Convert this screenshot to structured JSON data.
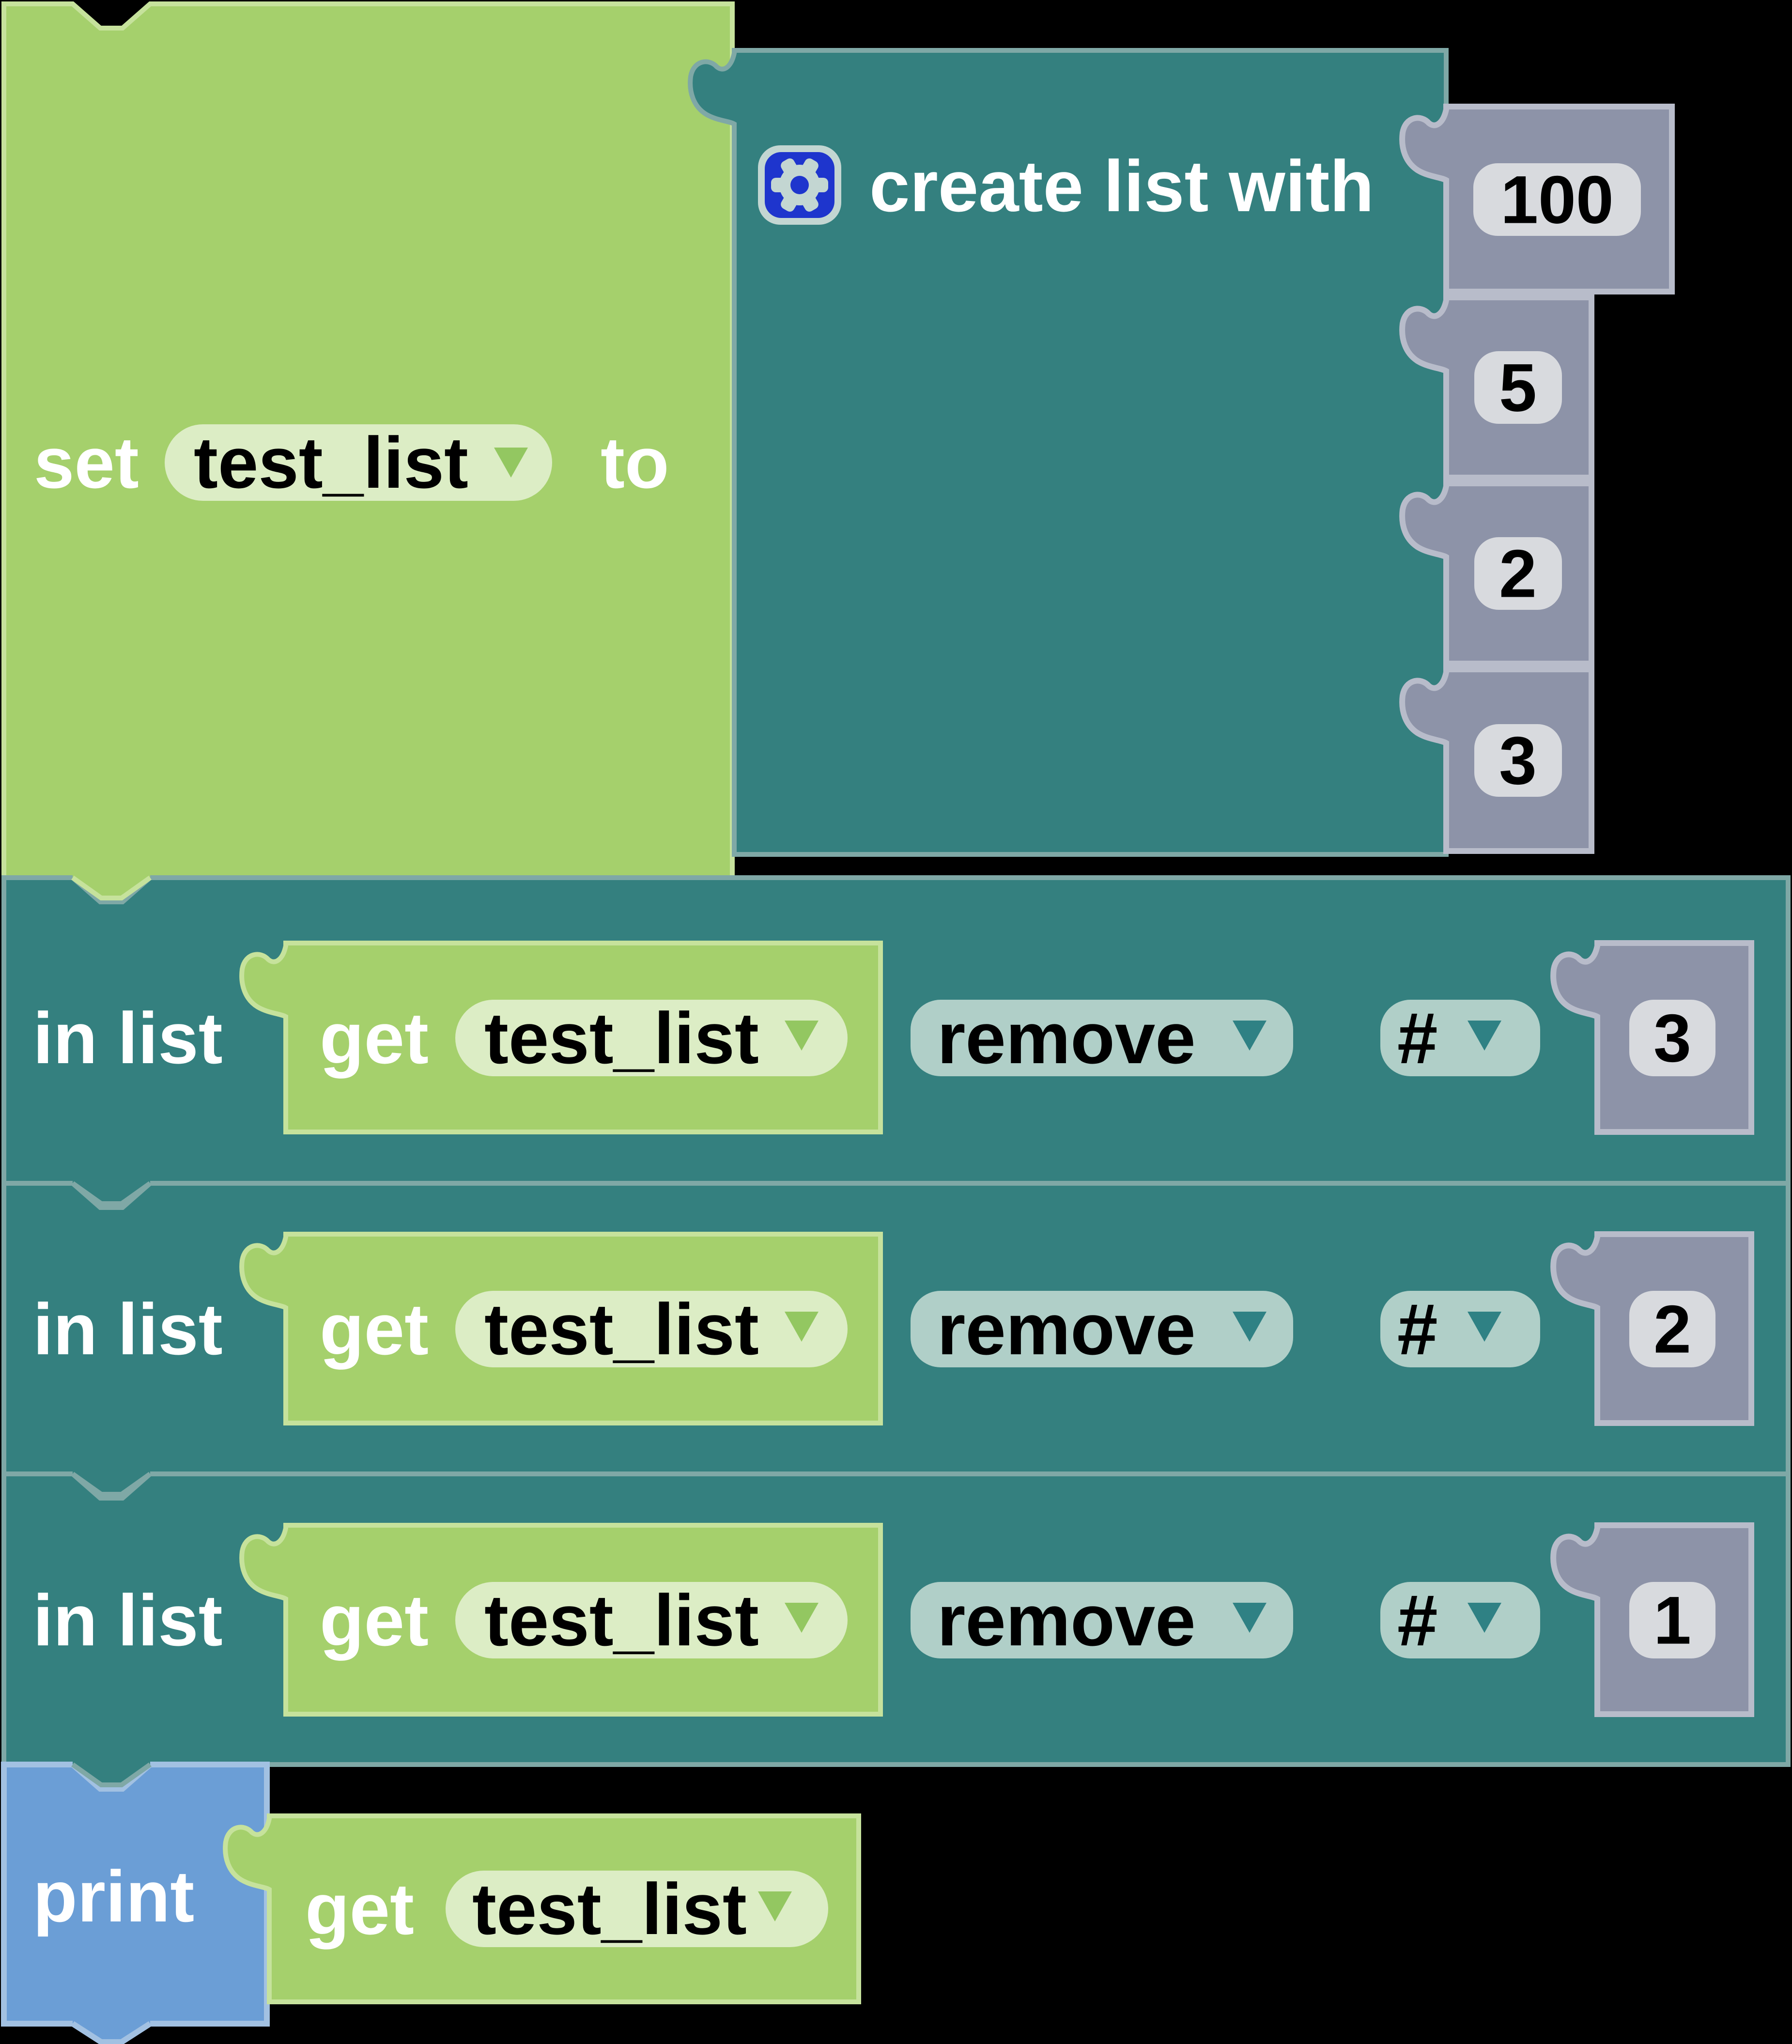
{
  "palette": {
    "background": "#000000",
    "statement_green": "#a5d06c",
    "green_border": "#c6e29c",
    "field_green": "#dcedc5",
    "green_arrow": "#93c761",
    "teal": "#34807f",
    "teal_border": "#7fa8a6",
    "dropdown_sage": "#b0cfc8",
    "sage_arrow": "#2f8184",
    "number_gray": "#8d93a8",
    "gray_border": "#b8bcca",
    "number_field": "#d8dade",
    "print_blue": "#6b9ed6",
    "blue_border": "#a2c1e2",
    "mutator_blue": "#1e35cd",
    "mutator_glyph": "#c3d6d2",
    "text_light": "#ffffff",
    "text_dark": "#000000"
  },
  "set_block": {
    "keyword": "set",
    "variable": "test_list",
    "connector": "to"
  },
  "create_list_block": {
    "label": "create list with",
    "items": [
      {
        "value": "100"
      },
      {
        "value": "5"
      },
      {
        "value": "2"
      },
      {
        "value": "3"
      }
    ]
  },
  "in_list_rows": [
    {
      "label": "in list",
      "get": "get",
      "variable": "test_list",
      "operation": "remove",
      "mode": "#",
      "index": "3"
    },
    {
      "label": "in list",
      "get": "get",
      "variable": "test_list",
      "operation": "remove",
      "mode": "#",
      "index": "2"
    },
    {
      "label": "in list",
      "get": "get",
      "variable": "test_list",
      "operation": "remove",
      "mode": "#",
      "index": "1"
    }
  ],
  "print_block": {
    "label": "print",
    "get": "get",
    "variable": "test_list"
  }
}
